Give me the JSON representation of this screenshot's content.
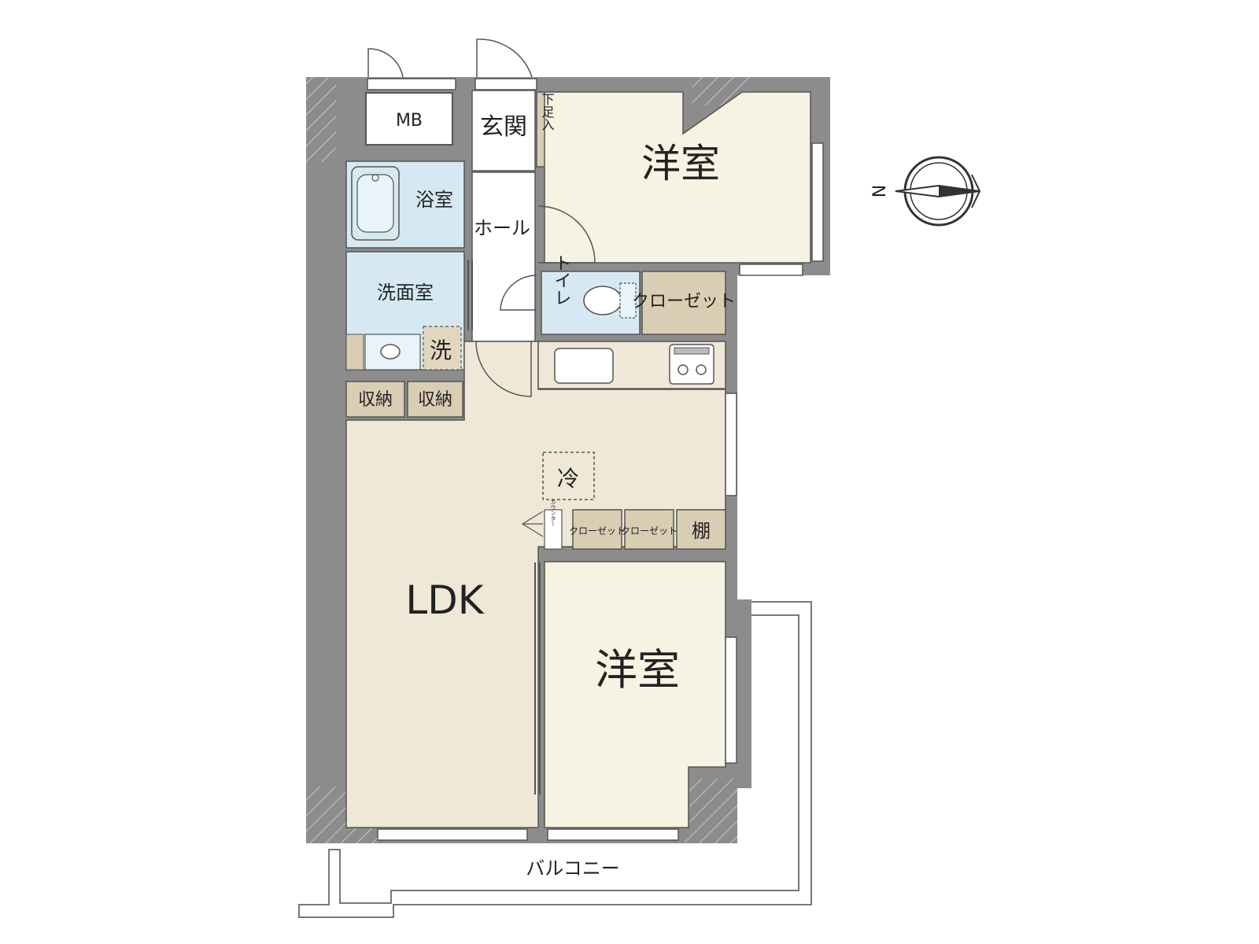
{
  "rooms": {
    "mb": "MB",
    "genkan": "玄関",
    "shoe": "下足入",
    "bedroom_north": "洋室",
    "bath": "浴室",
    "hall": "ホール",
    "washroom": "洗面室",
    "washer": "洗",
    "toilet": "トイレ",
    "closet_north": "クローゼット",
    "storage_1": "収納",
    "storage_2": "収納",
    "fridge": "冷",
    "counter": "カウンター",
    "closet_a": "クローゼット",
    "closet_b": "クローゼット",
    "shelf": "棚",
    "ldk": "LDK",
    "bedroom_south": "洋室",
    "balcony": "バルコニー"
  },
  "compass": {
    "north_label": "N"
  },
  "colors": {
    "wall": "#8c8c8c",
    "bedroom": "#f6f3e2",
    "ldk": "#f0e8d6",
    "wet_area": "#d6e9f3",
    "storage": "#d9ceb4",
    "outline": "#555555"
  }
}
